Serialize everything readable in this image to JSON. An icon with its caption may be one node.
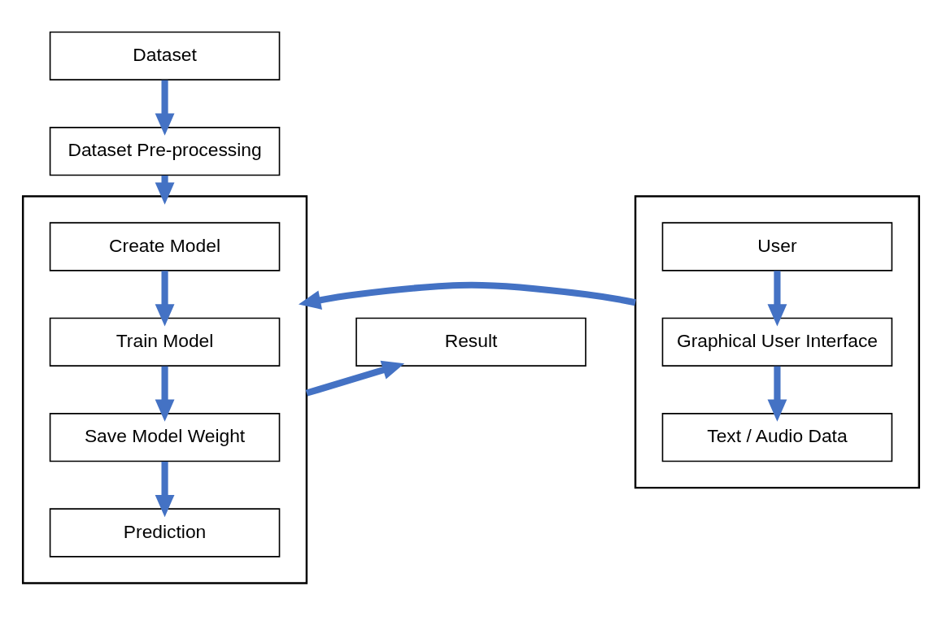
{
  "diagram": {
    "nodes": [
      {
        "text": [
          "Dataset"
        ]
      },
      {
        "text": [
          "Dataset Pre-processing"
        ]
      },
      {
        "text": [],
        "shape": "box"
      },
      {
        "text": [
          "User"
        ],
        "in": 2
      },
      {
        "text": [
          "Graphical User Interface"
        ],
        "in": 2
      },
      {
        "text": [
          "Text / Audio Data"
        ],
        "in": 2
      },
      {
        "text": [],
        "shape": "box"
      },
      {
        "text": [
          "Create Model"
        ],
        "in": 6
      },
      {
        "text": [
          "Train Model"
        ],
        "in": 6
      },
      {
        "text": [
          "Save Model Weight"
        ],
        "in": 6
      },
      {
        "text": [
          "Prediction"
        ],
        "in": 6
      },
      {
        "text": [
          "Result"
        ]
      }
    ],
    "edges": [
      {
        "from": 0,
        "to": 1,
        "arrow": "to"
      },
      {
        "from": 1,
        "to": 6,
        "arrow": "to"
      },
      {
        "from": 3,
        "to": 4,
        "arrow": "to"
      },
      {
        "from": 4,
        "to": 5,
        "arrow": "to"
      },
      {
        "from": 2,
        "to": 6,
        "arrow": "to"
      },
      {
        "from": 7,
        "to": 8,
        "arrow": "to"
      },
      {
        "from": 8,
        "to": 9,
        "arrow": "to"
      },
      {
        "from": 9,
        "to": 10,
        "arrow": "to"
      },
      {
        "from": 6,
        "to": 11,
        "arrow": "to"
      }
    ]
  }
}
